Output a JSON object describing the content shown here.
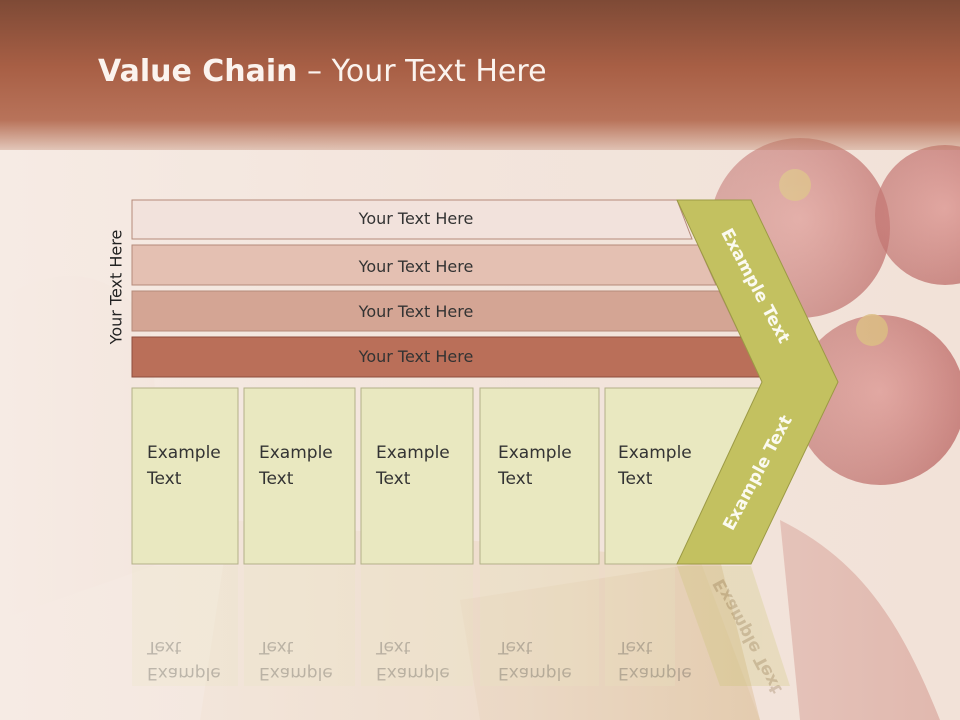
{
  "title": {
    "bold": "Value Chain",
    "rest": " – Your Text Here"
  },
  "side_label": "Your Text Here",
  "rows": [
    {
      "label": "Your Text Here"
    },
    {
      "label": "Your Text Here"
    },
    {
      "label": "Your Text Here"
    },
    {
      "label": "Your Text Here"
    }
  ],
  "activities": [
    {
      "line1": "Example",
      "line2": "Text"
    },
    {
      "line1": "Example",
      "line2": "Text"
    },
    {
      "line1": "Example",
      "line2": "Text"
    },
    {
      "line1": "Example",
      "line2": "Text"
    },
    {
      "line1": "Example",
      "line2": "Text"
    }
  ],
  "margin_arrow": {
    "upper": "Example Text",
    "lower": "Example Text"
  },
  "colors": {
    "title_band": "#a85f45",
    "row_1": "#f2e2dc",
    "row_2": "#e4c0b2",
    "row_3": "#d4a594",
    "row_4": "#ba6f59",
    "activity_box": "#e9e8c0",
    "margin_arrow": "#c3c160"
  }
}
